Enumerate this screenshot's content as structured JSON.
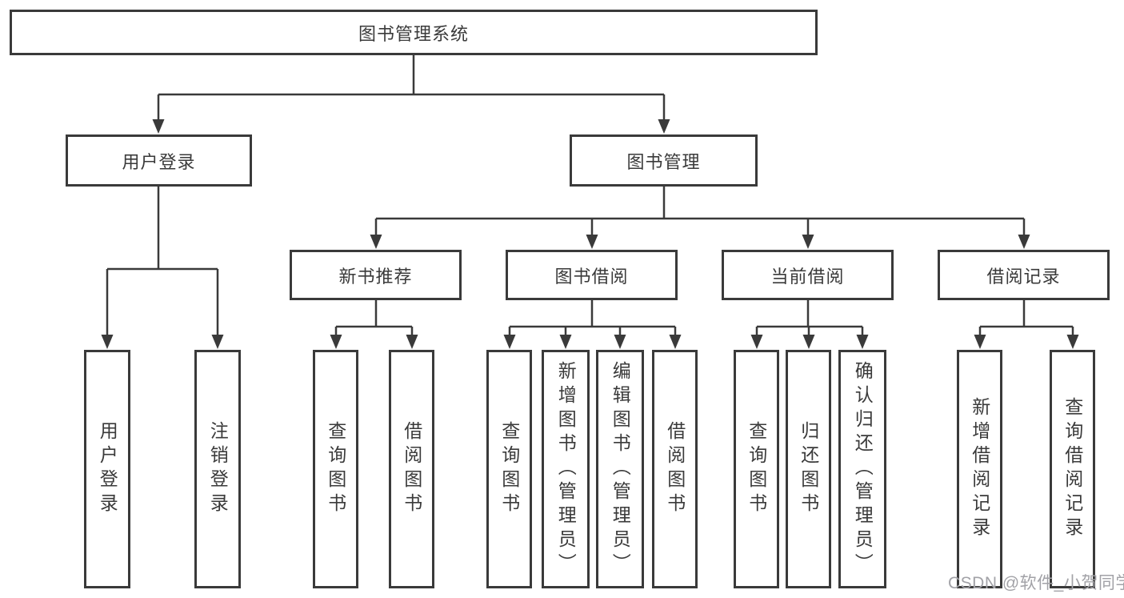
{
  "colors": {
    "line": "#3a3a3a",
    "text": "#3a3a3a",
    "background": "#ffffff",
    "watermark": "#a2a2a7"
  },
  "tree": {
    "label": "图书管理系统",
    "children": [
      {
        "label": "用户登录",
        "children": [
          {
            "label": "用户登录"
          },
          {
            "label": "注销登录"
          }
        ]
      },
      {
        "label": "图书管理",
        "children": [
          {
            "label": "新书推荐",
            "children": [
              {
                "label": "查询图书"
              },
              {
                "label": "借阅图书"
              }
            ]
          },
          {
            "label": "图书借阅",
            "children": [
              {
                "label": "查询图书"
              },
              {
                "label": "新增图书（管理员）"
              },
              {
                "label": "编辑图书（管理员）"
              },
              {
                "label": "借阅图书"
              }
            ]
          },
          {
            "label": "当前借阅",
            "children": [
              {
                "label": "查询图书"
              },
              {
                "label": "归还图书"
              },
              {
                "label": "确认归还（管理员）"
              }
            ]
          },
          {
            "label": "借阅记录",
            "children": [
              {
                "label": "新增借阅记录"
              },
              {
                "label": "查询借阅记录"
              }
            ]
          }
        ]
      }
    ]
  },
  "watermark": {
    "text": "CSDN @软件_小贺同学"
  }
}
